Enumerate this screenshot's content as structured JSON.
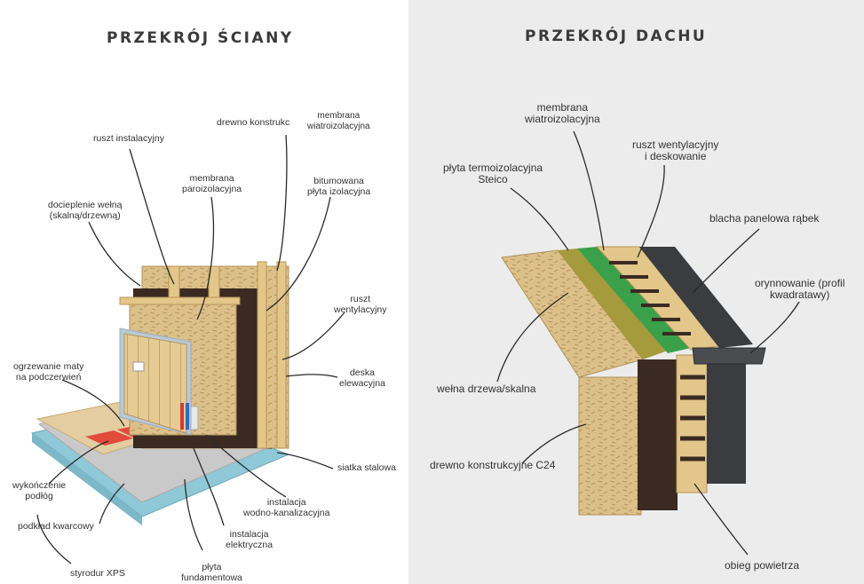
{
  "wall": {
    "title": "PRZEKRÓJ ŚCIANY",
    "labels": {
      "ruszt_instalacyjny": "ruszt instalacyjny",
      "drewno_konstrukcyjne": "drewno konstrukc",
      "membrana_wiatroizolacyjna_l1": "membrana",
      "membrana_wiatroizolacyjna_l2": "wiatroizolacyjna",
      "membrana_paroizolacyjna_l1": "membrana",
      "membrana_paroizolacyjna_l2": "paroizolacyjna",
      "bitumowana_l1": "bitumowana",
      "bitumowana_l2": "płyta izolacyjna",
      "docieplenie_l1": "docieplenie wełną",
      "docieplenie_l2": "(skalną/drzewną)",
      "ruszt_wentylacyjny_l1": "ruszt",
      "ruszt_wentylacyjny_l2": "wentylacyjny",
      "ogrzewanie_l1": "ogrzewanie maty",
      "ogrzewanie_l2": "na podczerwień",
      "deska_l1": "deska",
      "deska_l2": "elewacyjna",
      "siatka_stalowa": "siatka stalowa",
      "wykonczenie_l1": "wykończenie",
      "wykonczenie_l2": "podłóg",
      "instalacja_wk_l1": "instalacja",
      "instalacja_wk_l2": "wodno-kanalizacyjna",
      "podklad_kwarcowy": "podkład kwarcowy",
      "instalacja_el_l1": "instalacja",
      "instalacja_el_l2": "elektryczna",
      "plyta_fund_l1": "płyta",
      "plyta_fund_l2": "fundamentowa",
      "styrodur": "styrodur XPS"
    }
  },
  "roof": {
    "title": "PRZEKRÓJ DACHU",
    "labels": {
      "membrana_l1": "membrana",
      "membrana_l2": "wiatroizolacyjna",
      "ruszt_l1": "ruszt wentylacyjny",
      "ruszt_l2": "i deskowanie",
      "plyta_termo_l1": "płyta termoizolacyjna",
      "plyta_termo_l2": "Steico",
      "blacha": "blacha panelowa rąbek",
      "orynnowanie_l1": "orynnowanie (profil",
      "orynnowanie_l2": "kwadratawy)",
      "welna": "wełna drzewa/skalna",
      "drewno_c24": "drewno konstrukcyjne C24",
      "obieg": "obieg powietrza"
    }
  },
  "colors": {
    "wood": "#e3c68a",
    "osb": "#dcc08a",
    "dark_membrane": "#3a2a22",
    "green_membrane": "#3aa14a",
    "metal": "#3a3c40",
    "styrodur": "#8fc8d6",
    "concrete": "#c8c8c8",
    "heating_mat": "#e24b3c"
  }
}
